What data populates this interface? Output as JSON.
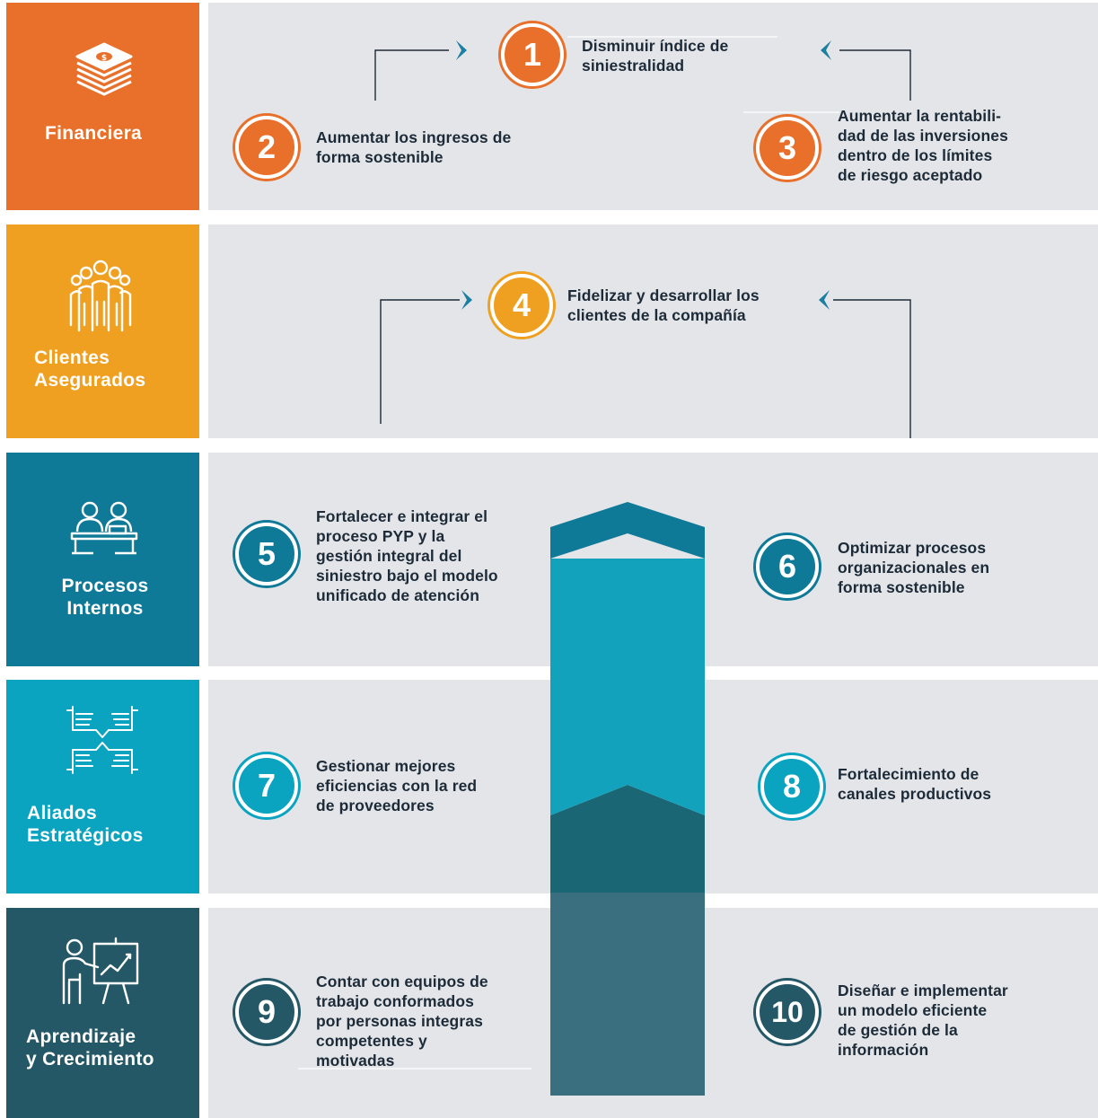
{
  "colors": {
    "financiera": "#e8702b",
    "clientes": "#f0a021",
    "procesos": "#0f7a98",
    "aliados": "#0aa3c0",
    "aprendizaje": "#255866",
    "panel": "#e3e5e9",
    "text": "#1d2b38"
  },
  "perspectives": [
    {
      "title": "Financiera",
      "icon": "money-stack-icon"
    },
    {
      "title": "Clientes\nAsegurados",
      "icon": "people-group-icon"
    },
    {
      "title": "Procesos\nInternos",
      "icon": "people-at-desk-icon"
    },
    {
      "title": "Aliados\nEstratégicos",
      "icon": "joined-hands-icon"
    },
    {
      "title": "Aprendizaje\ny Crecimiento",
      "icon": "presentation-chart-icon"
    }
  ],
  "objectives": [
    {
      "number": "1",
      "text": "Disminuir índice de\nsiniestralidad"
    },
    {
      "number": "2",
      "text": "Aumentar los ingresos de\nforma sostenible"
    },
    {
      "number": "3",
      "text": "Aumentar la rentabili-\ndad de las inversiones\ndentro de los límites\nde riesgo aceptado"
    },
    {
      "number": "4",
      "text": "Fidelizar y desarrollar los\nclientes de la compañía"
    },
    {
      "number": "5",
      "text": "Fortalecer e integrar el\nproceso PYP y la\ngestión integral del\nsiniestro bajo el modelo\nunificado de atención"
    },
    {
      "number": "6",
      "text": "Optimizar procesos\norganizacionales en\nforma sostenible"
    },
    {
      "number": "7",
      "text": "Gestionar mejores\neficiencias con la red\nde proveedores"
    },
    {
      "number": "8",
      "text": "Fortalecimiento de\ncanales productivos"
    },
    {
      "number": "9",
      "text": "Contar con equipos de\ntrabajo conformados\npor personas integras\ncompetentes y\nmotivadas"
    },
    {
      "number": "10",
      "text": "Diseñar e implementar\nun modelo eficiente\nde gestión de la\ninformación"
    }
  ]
}
